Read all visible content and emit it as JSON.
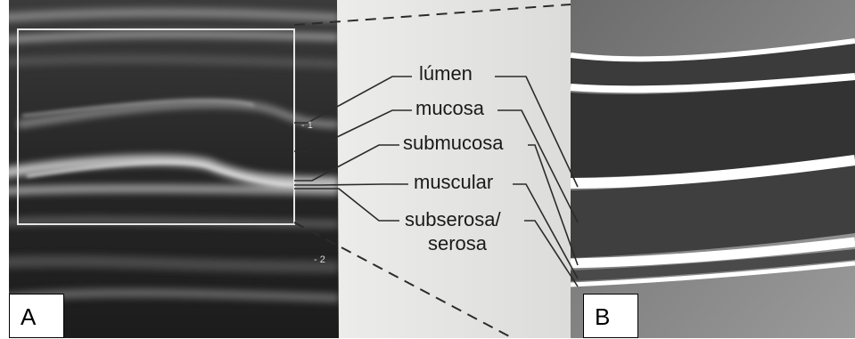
{
  "labels": {
    "lumen": "lúmen",
    "mucosa": "mucosa",
    "submucosa": "submucosa",
    "muscular": "muscular",
    "subserosa_line1": "subserosa/",
    "subserosa_line2": "serosa"
  },
  "panels": {
    "a": "A",
    "b": "B"
  },
  "scale_ticks": [
    "- 1",
    "- 2"
  ],
  "colors": {
    "ultrasound_bg": "#2a2a2a",
    "paper": "#e9e9e7",
    "schematic_dark": "#3a3a3a",
    "schematic_band": "#ffffff",
    "leader_line": "#2b2b2b",
    "roi_box": "#e6e6e6"
  }
}
